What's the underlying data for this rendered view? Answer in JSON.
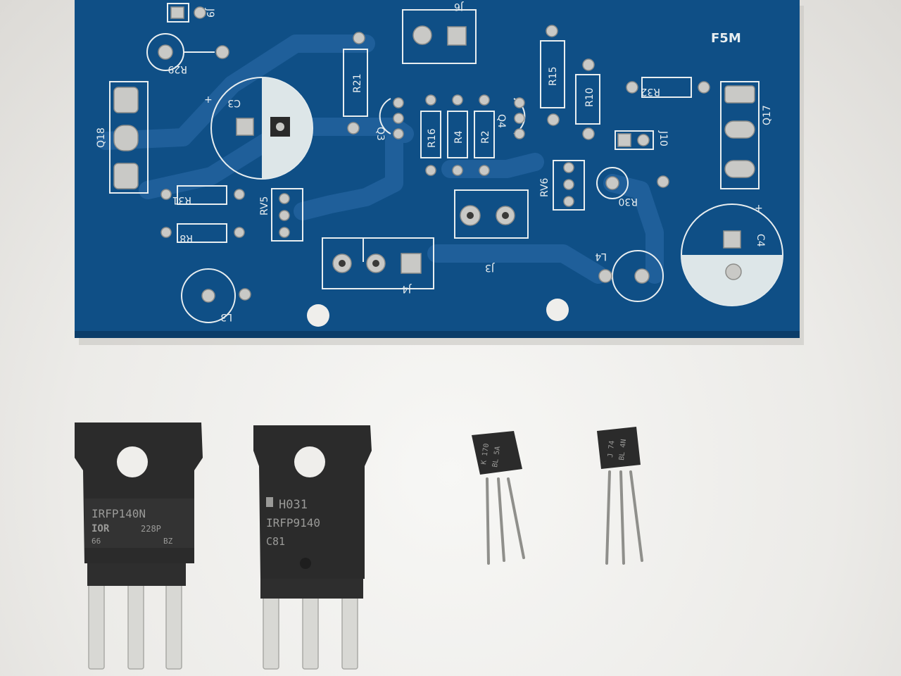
{
  "pcb": {
    "board_label": "F5M",
    "refs": {
      "j9": "J9",
      "j6": "J6",
      "r29": "R29",
      "r21": "R21",
      "r15": "R15",
      "r10": "R10",
      "r32": "R32",
      "q18": "Q18",
      "c3": "C3",
      "q3": "Q3",
      "r16": "R16",
      "r4": "R4",
      "r2": "R2",
      "q4": "Q4",
      "j10": "J10",
      "q17": "Q17",
      "r31": "R31",
      "rv5": "RV5",
      "rv6": "RV6",
      "r30": "R30",
      "r8": "R8",
      "j3": "J3",
      "j4": "J4",
      "l4": "L4",
      "c4": "C4",
      "l3": "L3"
    },
    "polarity_mark": "+"
  },
  "components": {
    "mosfet_n": {
      "line1": "IRFP140N",
      "logo": "IOR",
      "line2": "228P",
      "line3a": "66",
      "line3b": "BZ"
    },
    "mosfet_p": {
      "line1": "H031",
      "line2": "IRFP9140",
      "line3": "C81"
    },
    "jfet_1": {
      "line1": "K 170",
      "line2": "BL 5A"
    },
    "jfet_2": {
      "line1": "J 74",
      "line2": "BL 4N"
    }
  },
  "colors": {
    "pcb": "#0f4f86",
    "silkscreen": "#e8eef0",
    "pad": "#c9c9c6",
    "background": "#efeeeb"
  }
}
